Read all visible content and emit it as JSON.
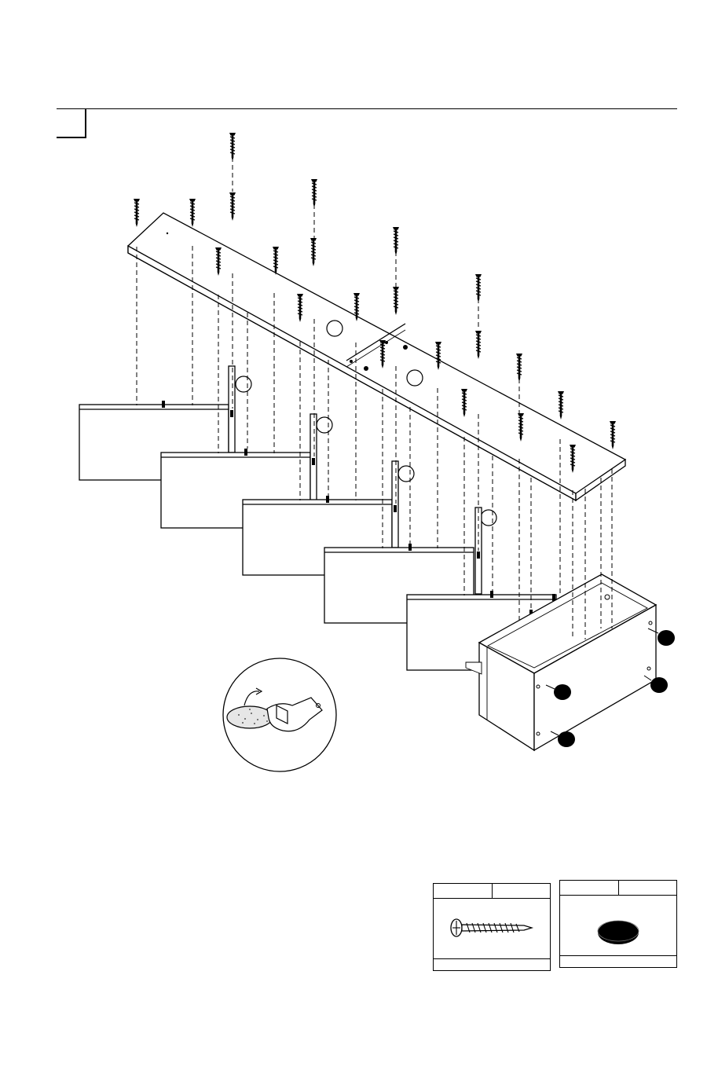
{
  "step": {
    "number": ""
  },
  "panels": [
    {
      "id": "top-panel-left",
      "label": ""
    },
    {
      "id": "top-panel-right",
      "label": ""
    },
    {
      "id": "drawer-1",
      "label": ""
    },
    {
      "id": "drawer-2",
      "label": ""
    },
    {
      "id": "drawer-3",
      "label": ""
    },
    {
      "id": "drawer-4",
      "label": ""
    },
    {
      "id": "drawer-5",
      "label": ""
    },
    {
      "id": "cabinet-front",
      "label": ""
    },
    {
      "id": "cabinet-side",
      "label": ""
    }
  ],
  "parts": [
    {
      "name": "screw",
      "code": "",
      "qty": "",
      "size": "",
      "icon": "screw-icon"
    },
    {
      "name": "felt-pad",
      "code": "",
      "qty": "",
      "size": "",
      "icon": "felt-pad-icon"
    }
  ],
  "detail": {
    "icon": "peel-felt-pad-icon"
  }
}
